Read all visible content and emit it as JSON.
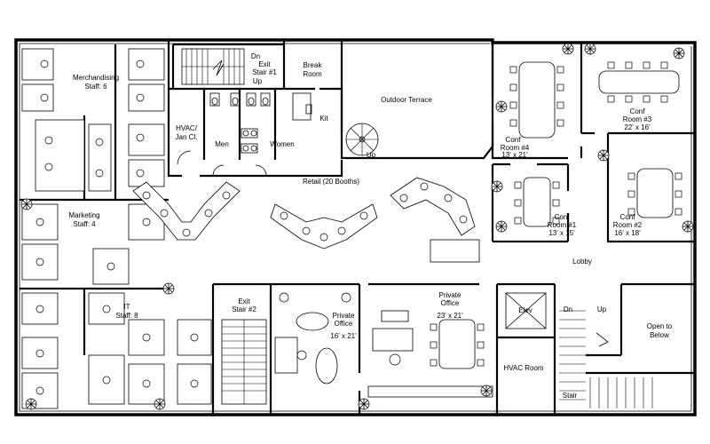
{
  "labels": {
    "merchandising": [
      "Merchandising",
      "Staff: 6"
    ],
    "marketing": [
      "Marketing",
      "Staff: 4"
    ],
    "it": [
      "IT",
      "Staff: 8"
    ],
    "hvac_jan": [
      "HVAC/",
      "Jan Cl."
    ],
    "men": "Men",
    "women": "Women",
    "exit_stair_top": [
      "Dn",
      "Exit",
      "Stair #1",
      "Up"
    ],
    "break_room": [
      "Break",
      "Room"
    ],
    "kit": "Kit",
    "outdoor_terrace": "Outdoor Terrace",
    "up_spiral": "Up",
    "retail": "Retail (20 Booths)",
    "conf4": [
      "Conf",
      "Room #4",
      "13' x 21'"
    ],
    "conf3": [
      "Conf",
      "Room #3",
      "22' x 16'"
    ],
    "conf1": [
      "Conf",
      "Room #1",
      "13' x 15'"
    ],
    "conf2": [
      "Conf",
      "Room #2",
      "16' x 18'"
    ],
    "lobby": "Lobby",
    "exit_stair_bottom": [
      "Exit",
      "Stair #2"
    ],
    "private_office_left": [
      "Private",
      "Office",
      "16' x 21'"
    ],
    "private_office_right": [
      "Private",
      "Office",
      "23' x 21'"
    ],
    "elev": "Elev",
    "hvac_room": "HVAC Room",
    "dn": "Dn",
    "up": "Up",
    "stair": "Stair",
    "open_to_below": [
      "Open to",
      "Below"
    ]
  }
}
